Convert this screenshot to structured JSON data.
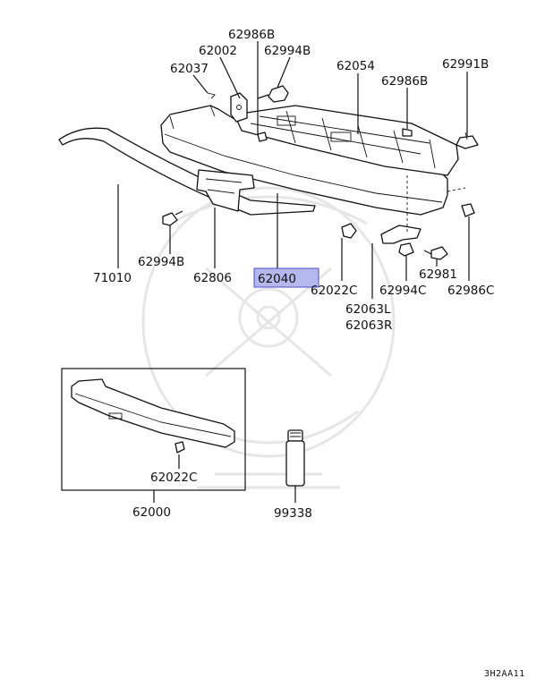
{
  "diagram": {
    "labels": {
      "p62986B_top": "62986B",
      "p62002": "62002",
      "p62994B_top": "62994B",
      "p62037": "62037",
      "p62054": "62054",
      "p62991B": "62991B",
      "p62986B_mid": "62986B",
      "p71010": "71010",
      "p62994B_left": "62994B",
      "p62806": "62806",
      "p62040": "62040",
      "p62022C_mid": "62022C",
      "p62994C": "62994C",
      "p62981": "62981",
      "p62986C": "62986C",
      "p62063L": "62063L",
      "p62063R": "62063R",
      "p62022C_low": "62022C",
      "p62000": "62000",
      "p99338": "99338"
    },
    "highlighted_part": "62040",
    "highlight_color": "#b4b8ec",
    "figure_code": "3H2AA11"
  }
}
